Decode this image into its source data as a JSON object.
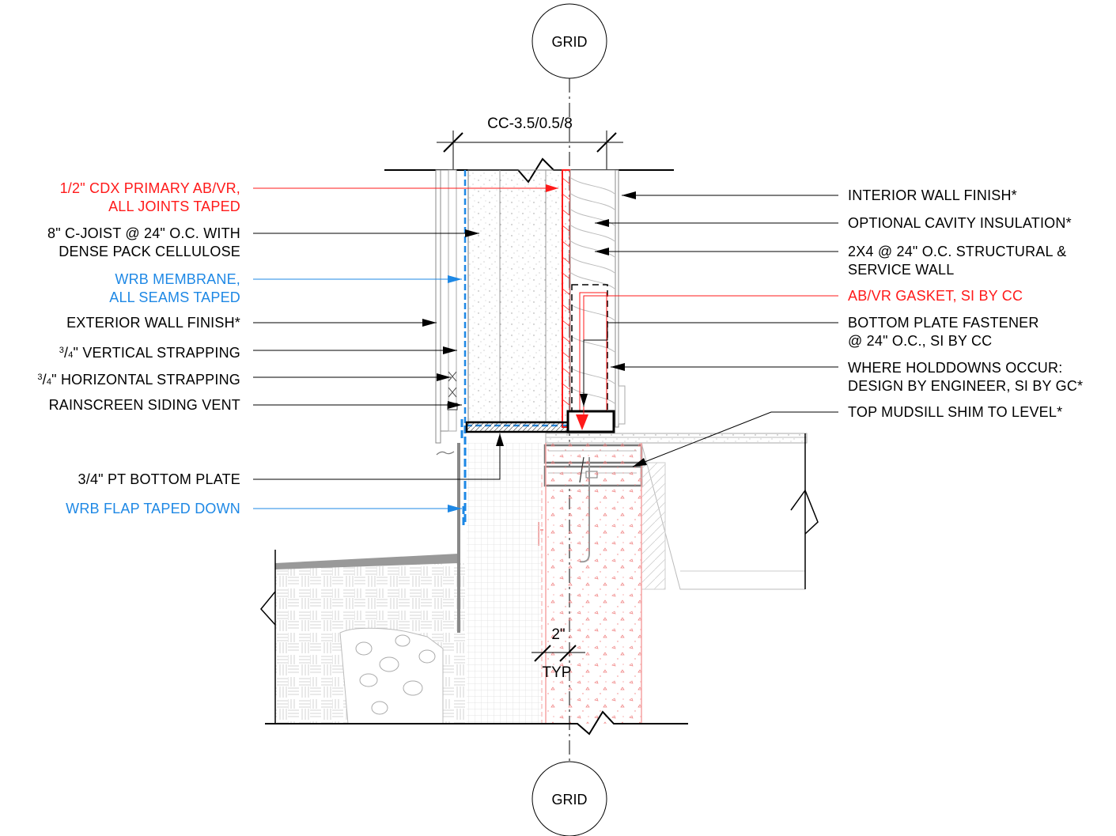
{
  "grid_top": "GRID",
  "grid_bottom": "GRID",
  "dimension_top": "CC-3.5/0.5/8",
  "dimension_gap": "2\"",
  "dimension_gap_note": "TYP",
  "colors": {
    "ink": "#000000",
    "red": "#ff1a1a",
    "blue": "#1e88e5",
    "gray": "#9a9a9a",
    "light_red": "#f5a3a3"
  },
  "left_notes": [
    {
      "lines": [
        "1/2\" CDX PRIMARY AB/VR,",
        "ALL JOINTS TAPED"
      ],
      "color": "red"
    },
    {
      "lines": [
        "8\" C-JOIST @ 24\" O.C. WITH",
        "DENSE PACK CELLULOSE"
      ],
      "color": "ink"
    },
    {
      "lines": [
        "WRB MEMBRANE,",
        "ALL SEAMS TAPED"
      ],
      "color": "blue"
    },
    {
      "lines": [
        "EXTERIOR WALL FINISH*"
      ],
      "color": "ink"
    },
    {
      "fraction_num": "3",
      "fraction_den": "4",
      "text": "\" VERTICAL STRAPPING",
      "color": "ink"
    },
    {
      "fraction_num": "3",
      "fraction_den": "4",
      "text": "\" HORIZONTAL STRAPPING",
      "color": "ink"
    },
    {
      "lines": [
        "RAINSCREEN SIDING VENT"
      ],
      "color": "ink"
    },
    {
      "lines": [
        "3/4\" PT BOTTOM PLATE"
      ],
      "color": "ink"
    },
    {
      "lines": [
        "WRB FLAP TAPED DOWN"
      ],
      "color": "blue"
    }
  ],
  "right_notes": [
    {
      "lines": [
        "INTERIOR WALL FINISH*"
      ],
      "color": "ink"
    },
    {
      "lines": [
        "OPTIONAL CAVITY INSULATION*"
      ],
      "color": "ink"
    },
    {
      "lines": [
        "2X4 @ 24\" O.C. STRUCTURAL &",
        "SERVICE WALL"
      ],
      "color": "ink"
    },
    {
      "lines": [
        "AB/VR GASKET, SI BY CC"
      ],
      "color": "red"
    },
    {
      "lines": [
        "BOTTOM PLATE FASTENER",
        "@ 24\" O.C., SI BY CC"
      ],
      "color": "ink"
    },
    {
      "lines": [
        "WHERE HOLDDOWNS OCCUR:",
        "DESIGN BY ENGINEER, SI BY GC*"
      ],
      "color": "ink"
    },
    {
      "lines": [
        "TOP MUDSILL SHIM TO LEVEL*"
      ],
      "color": "ink"
    }
  ]
}
